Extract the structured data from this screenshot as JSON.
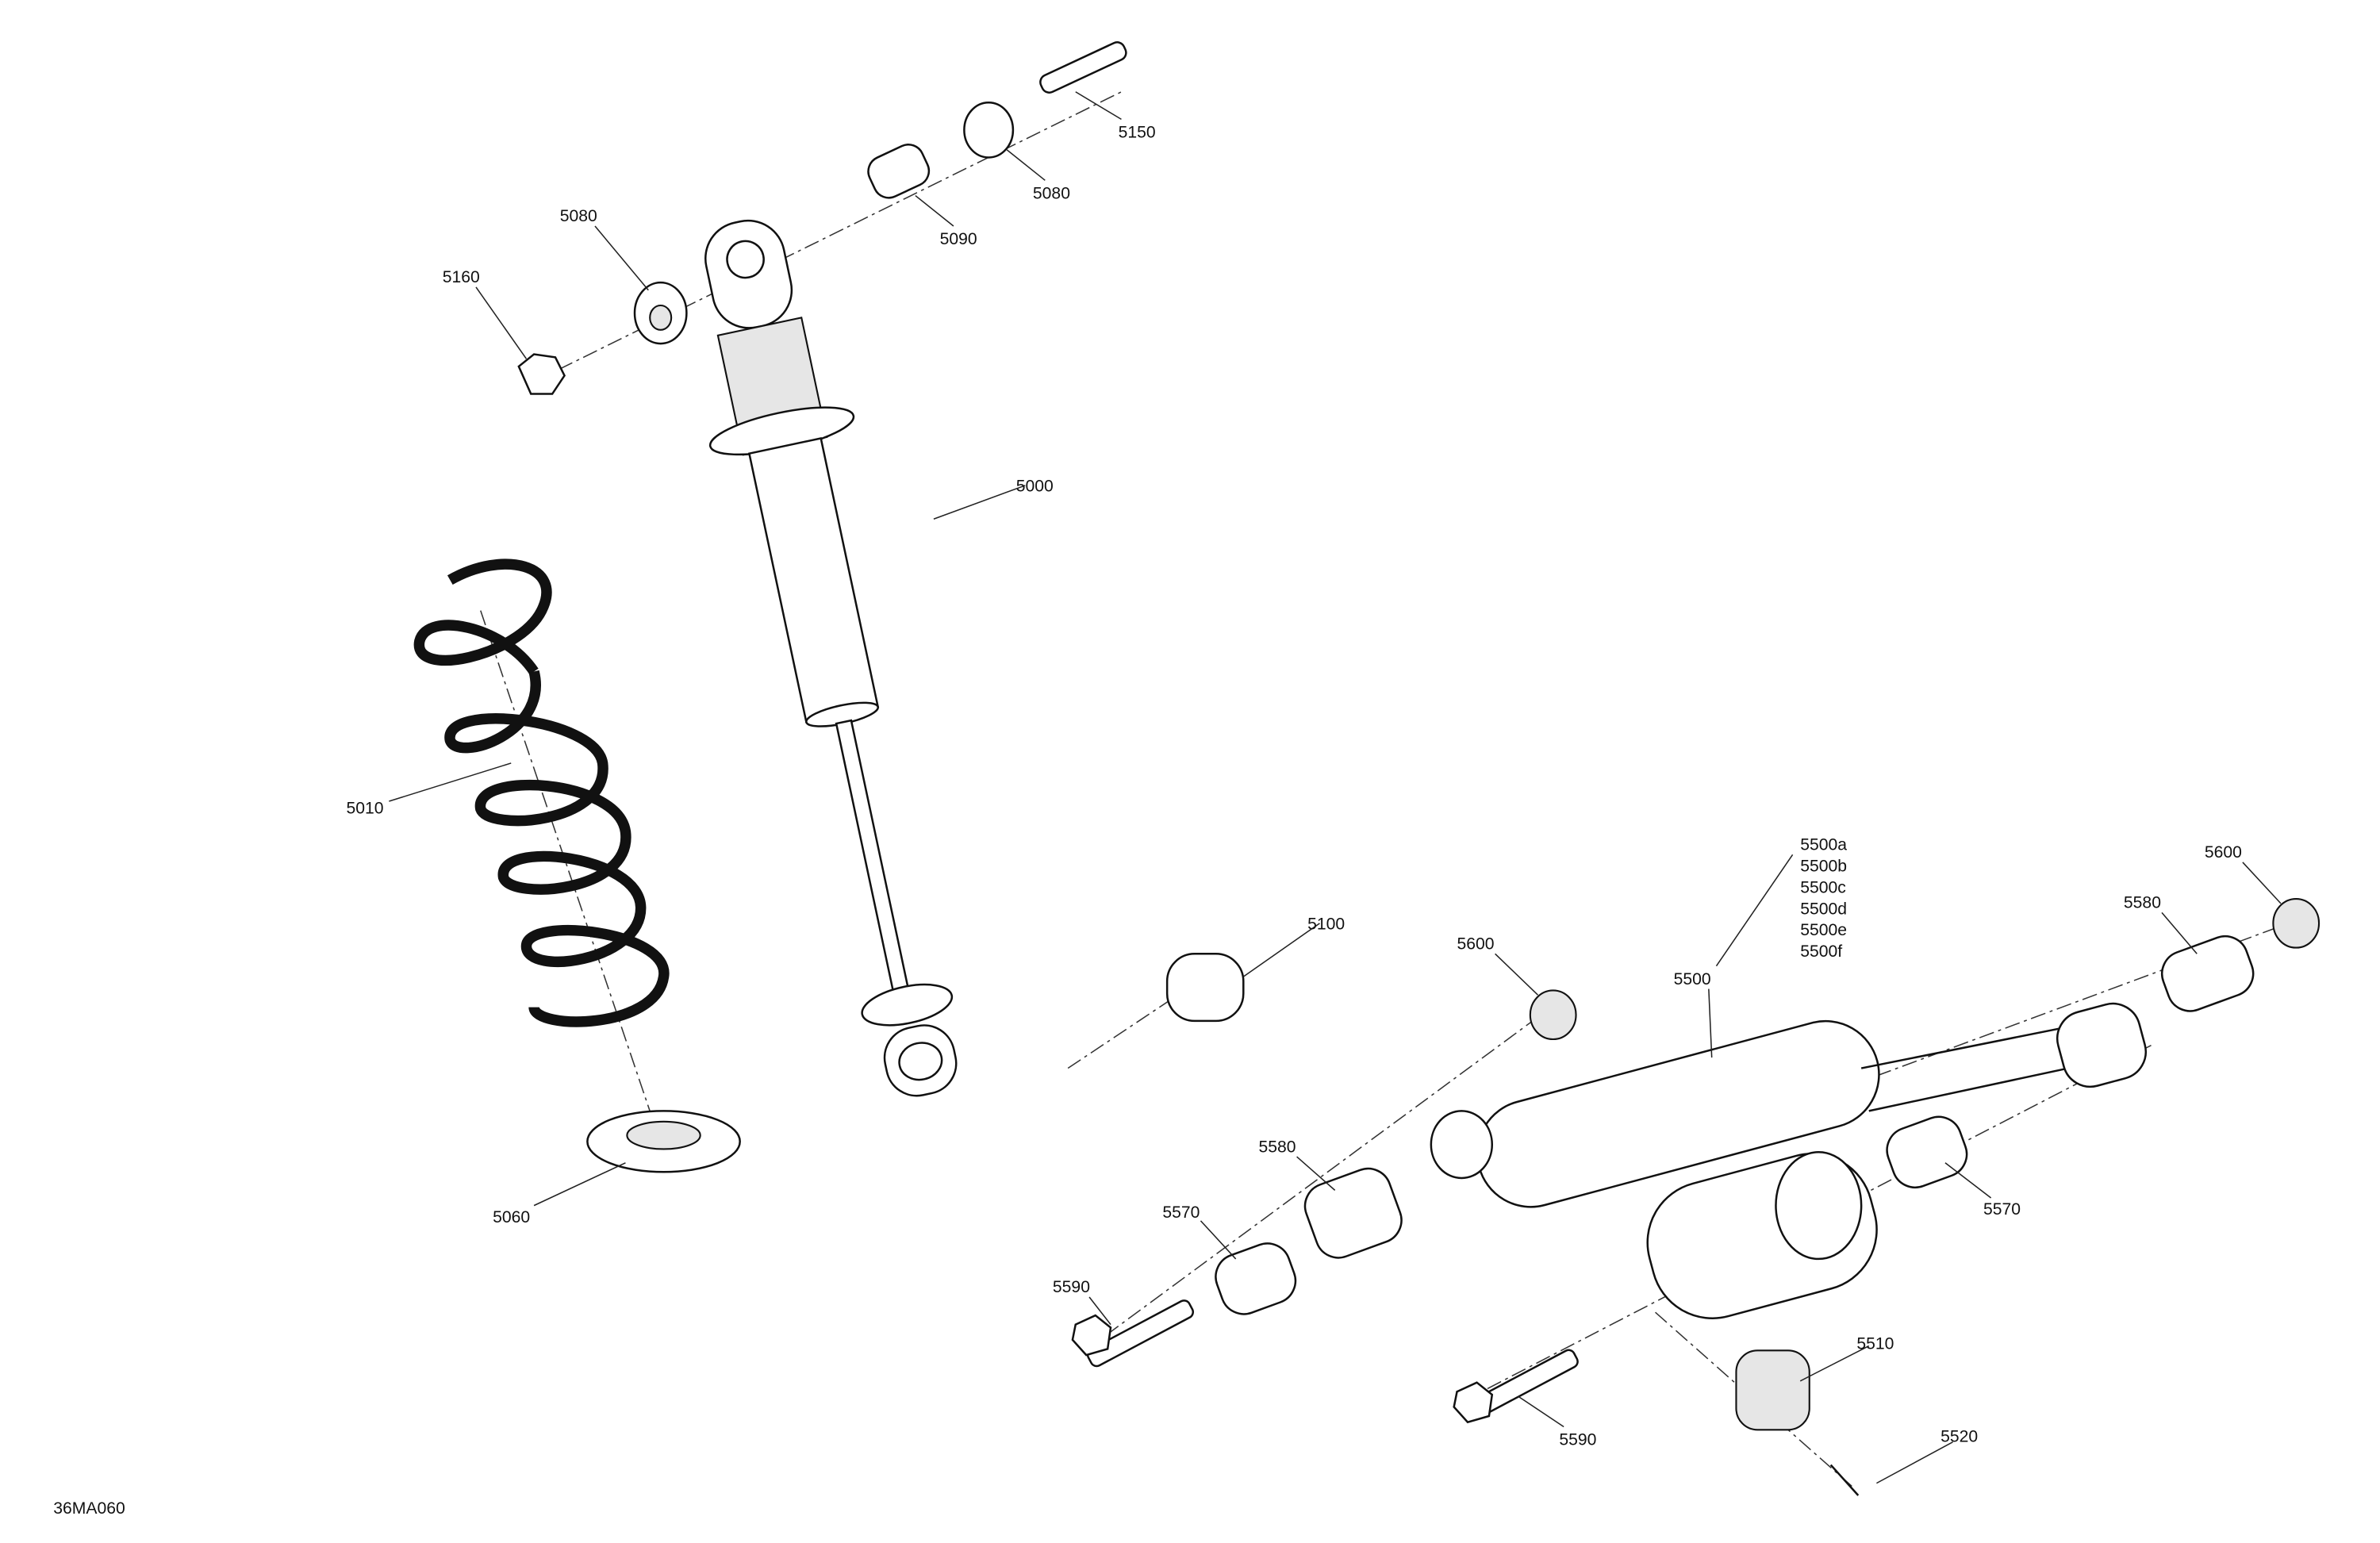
{
  "diagram": {
    "code": "36MA060",
    "callouts": {
      "c5150": "5150",
      "c5080a": "5080",
      "c5090": "5090",
      "c5080b": "5080",
      "c5160": "5160",
      "c5000": "5000",
      "c5010": "5010",
      "c5060": "5060",
      "c5100": "5100",
      "c5600a": "5600",
      "c5500": "5500",
      "c5500_variants": [
        "5500a",
        "5500b",
        "5500c",
        "5500d",
        "5500e",
        "5500f"
      ],
      "c5600b": "5600",
      "c5580a": "5580",
      "c5580b": "5580",
      "c5570a": "5570",
      "c5570b": "5570",
      "c5590a": "5590",
      "c5590b": "5590",
      "c5510": "5510",
      "c5520": "5520"
    }
  }
}
